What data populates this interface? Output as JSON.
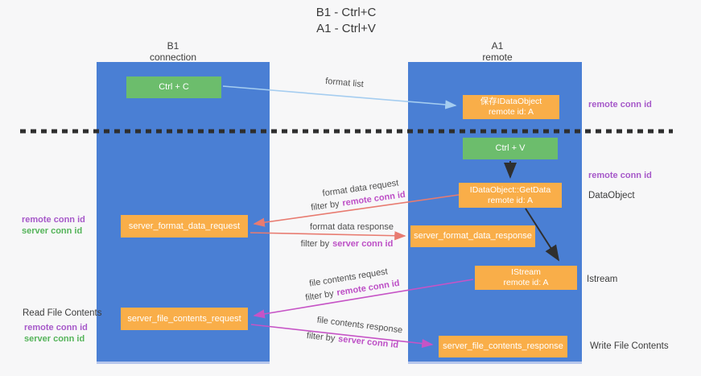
{
  "title": {
    "line1": "B1 - Ctrl+C",
    "line2": "A1 - Ctrl+V"
  },
  "columns": {
    "left": {
      "name": "B1",
      "subtitle": "connection"
    },
    "right": {
      "name": "A1",
      "subtitle": "remote"
    }
  },
  "nodes": {
    "ctrl_c": "Ctrl + C",
    "ctrl_v": "Ctrl + V",
    "save_dataobject": {
      "line1": "保存IDataObject",
      "line2": "remote id: A"
    },
    "getdata": {
      "line1": "IDataObject::GetData",
      "line2": "remote id: A"
    },
    "istream": {
      "line1": "IStream",
      "line2": "remote id: A"
    },
    "format_request": "server_format_data_request",
    "format_response": "server_format_data_response",
    "file_request": "server_file_contents_request",
    "file_response": "server_file_contents_response"
  },
  "arrow_labels": {
    "format_list": "format list",
    "format_data_request": "format data request",
    "format_data_response": "format data response",
    "file_contents_request": "file contents request",
    "file_contents_response": "file contents response",
    "filter_by": "filter by",
    "remote_conn_id": "remote conn id",
    "server_conn_id": "server conn id"
  },
  "side_labels": {
    "left_remote_conn_id": "remote conn id",
    "left_server_conn_id": "server conn id",
    "read_file_contents": "Read File Contents",
    "read_remote_conn_id": "remote conn id",
    "read_server_conn_id": "server conn id",
    "right_remote_conn_id_top": "remote conn id",
    "right_remote_conn_id_mid": "remote conn id",
    "dataobject": "DataObject",
    "istream": "Istream",
    "write_file_contents": "Write File Contents"
  },
  "colors": {
    "background": "#f7f7f8",
    "column_blue": "#4a7fd4",
    "box_green": "#6cbd6c",
    "box_orange": "#f9ae49",
    "arrow_light_blue": "#a5cdf0",
    "arrow_salmon": "#e87b70",
    "arrow_magenta": "#c654c6",
    "arrow_black": "#2f2f2f",
    "label_purple": "#a658c9",
    "label_green": "#55b45a",
    "dashed_line": "#2e2e2e"
  }
}
